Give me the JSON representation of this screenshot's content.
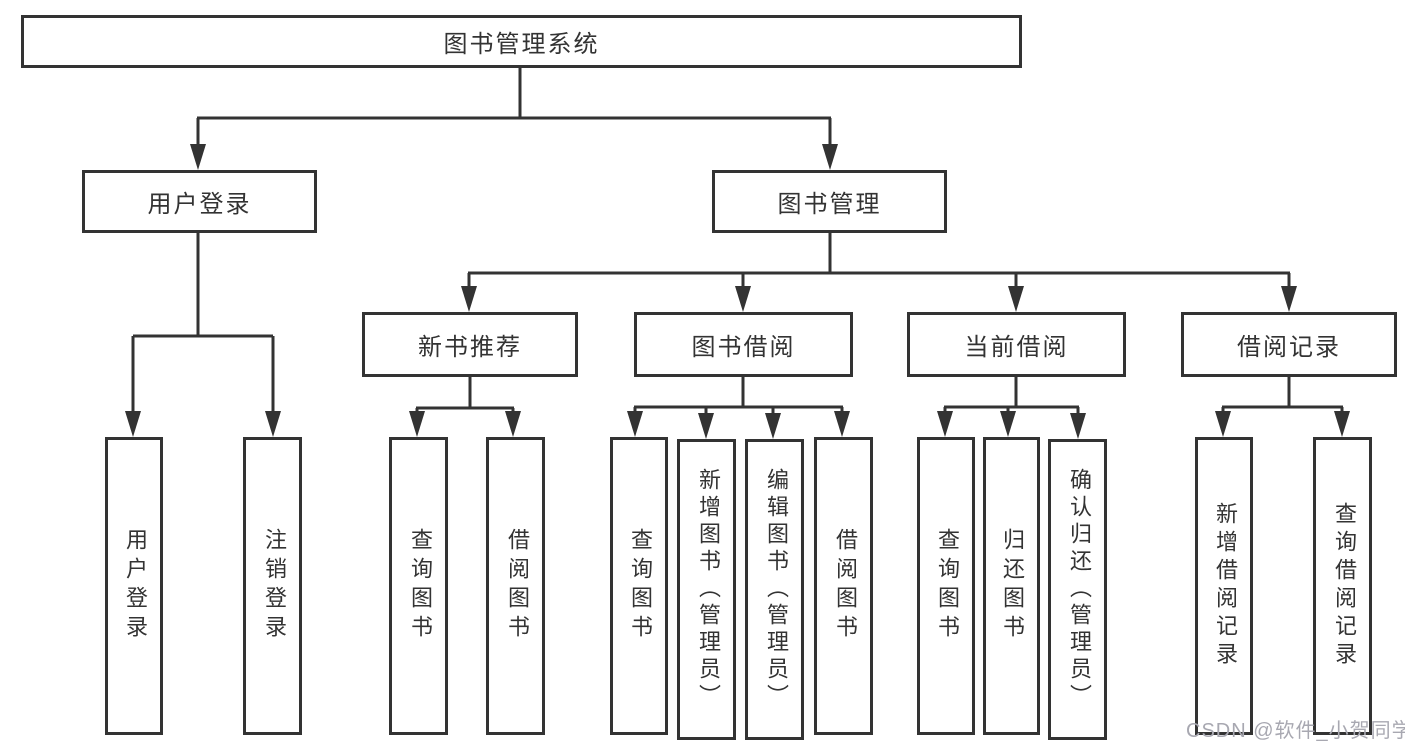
{
  "diagram": {
    "root": {
      "label": "图书管理系统"
    },
    "branches": [
      {
        "label": "用户登录",
        "leaves": [
          {
            "label": "用户登录"
          },
          {
            "label": "注销登录"
          }
        ]
      },
      {
        "label": "图书管理",
        "children": [
          {
            "label": "新书推荐",
            "leaves": [
              {
                "label": "查询图书"
              },
              {
                "label": "借阅图书"
              }
            ]
          },
          {
            "label": "图书借阅",
            "leaves": [
              {
                "label": "查询图书"
              },
              {
                "label": "新增图书（管理员）"
              },
              {
                "label": "编辑图书（管理员）"
              },
              {
                "label": "借阅图书"
              }
            ]
          },
          {
            "label": "当前借阅",
            "leaves": [
              {
                "label": "查询图书"
              },
              {
                "label": "归还图书"
              },
              {
                "label": "确认归还（管理员）"
              }
            ]
          },
          {
            "label": "借阅记录",
            "leaves": [
              {
                "label": "新增借阅记录"
              },
              {
                "label": "查询借阅记录"
              }
            ]
          }
        ]
      }
    ]
  },
  "watermark": {
    "text": "CSDN @软件_小贺同学"
  },
  "colors": {
    "line": "#333333",
    "box_border": "#333333",
    "box_fill": "#ffffff",
    "text": "#333333",
    "watermark": "#a8a8b1"
  }
}
